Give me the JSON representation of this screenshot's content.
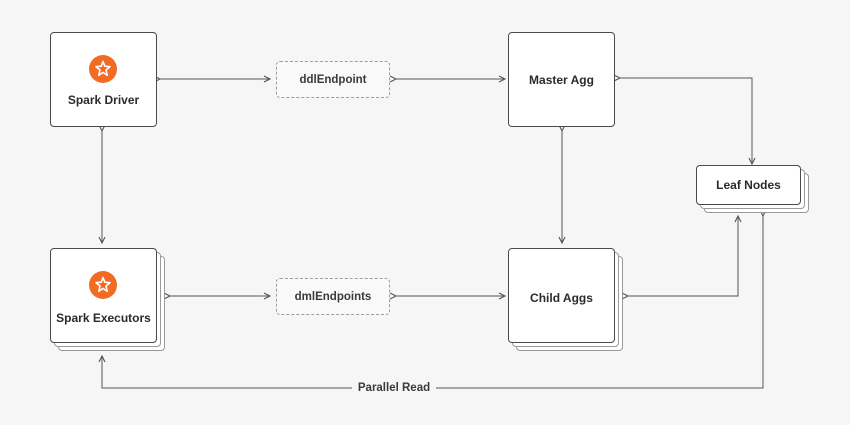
{
  "nodes": {
    "spark_driver": "Spark Driver",
    "spark_executors": "Spark Executors",
    "master_agg": "Master Agg",
    "child_aggs": "Child Aggs",
    "leaf_nodes": "Leaf Nodes"
  },
  "connectors": {
    "ddl_endpoint": "ddlEndpoint",
    "dml_endpoints": "dmlEndpoints",
    "parallel_read": "Parallel Read"
  },
  "colors": {
    "spark_orange": "#f26b22",
    "line": "#555555",
    "background": "#f6f6f6"
  },
  "icons": {
    "spark": "spark-star-icon"
  }
}
